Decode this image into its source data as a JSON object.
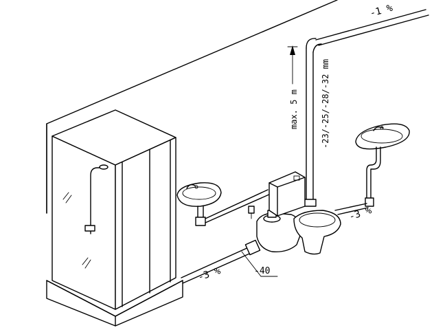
{
  "labels": {
    "slope_top": "-1 %",
    "height_max": "max. 5 m",
    "pipe_diameters": "-23/-25/-28/-32 mm",
    "slope_right": "-3 %",
    "slope_bottom": "-3 %",
    "outlet_diameter": "-40"
  }
}
